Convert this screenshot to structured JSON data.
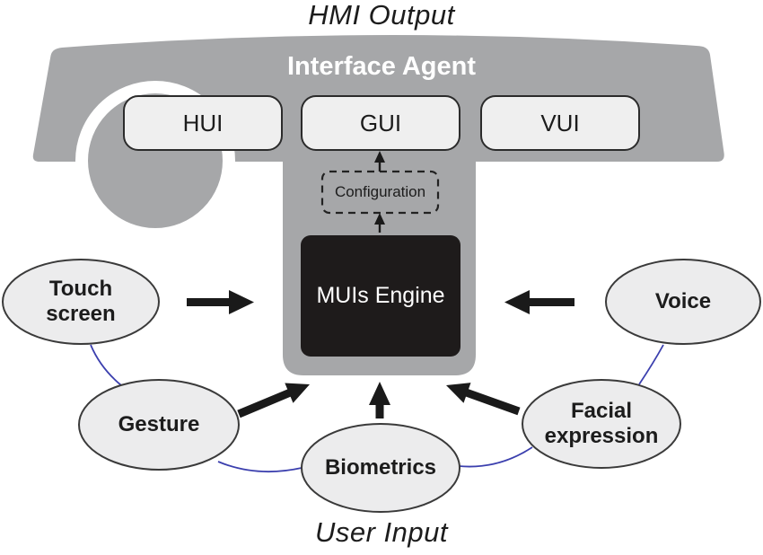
{
  "titles": {
    "top": "HMI Output",
    "bottom": "User Input"
  },
  "interface_agent": {
    "label": "Interface Agent",
    "modules": [
      {
        "id": "hui",
        "label": "HUI"
      },
      {
        "id": "gui",
        "label": "GUI"
      },
      {
        "id": "vui",
        "label": "VUI"
      }
    ]
  },
  "configuration": {
    "label": "Configuration"
  },
  "engine": {
    "label": "MUIs Engine"
  },
  "user_inputs": [
    {
      "id": "touch-screen",
      "label": "Touch screen"
    },
    {
      "id": "gesture",
      "label": "Gesture"
    },
    {
      "id": "biometrics",
      "label": "Biometrics"
    },
    {
      "id": "facial-expression",
      "label": "Facial expression"
    },
    {
      "id": "voice",
      "label": "Voice"
    }
  ],
  "colors": {
    "agent_gray": "#a6a7a9",
    "node_fill": "#ececed",
    "module_fill": "#efefef",
    "node_border": "#3a3a3a",
    "engine_black": "#1e1b1b",
    "connector_blue": "#3b3fae",
    "arrow_black": "#1a1a1a",
    "label_white": "#ffffff",
    "text_dark": "#1c1c1c"
  }
}
